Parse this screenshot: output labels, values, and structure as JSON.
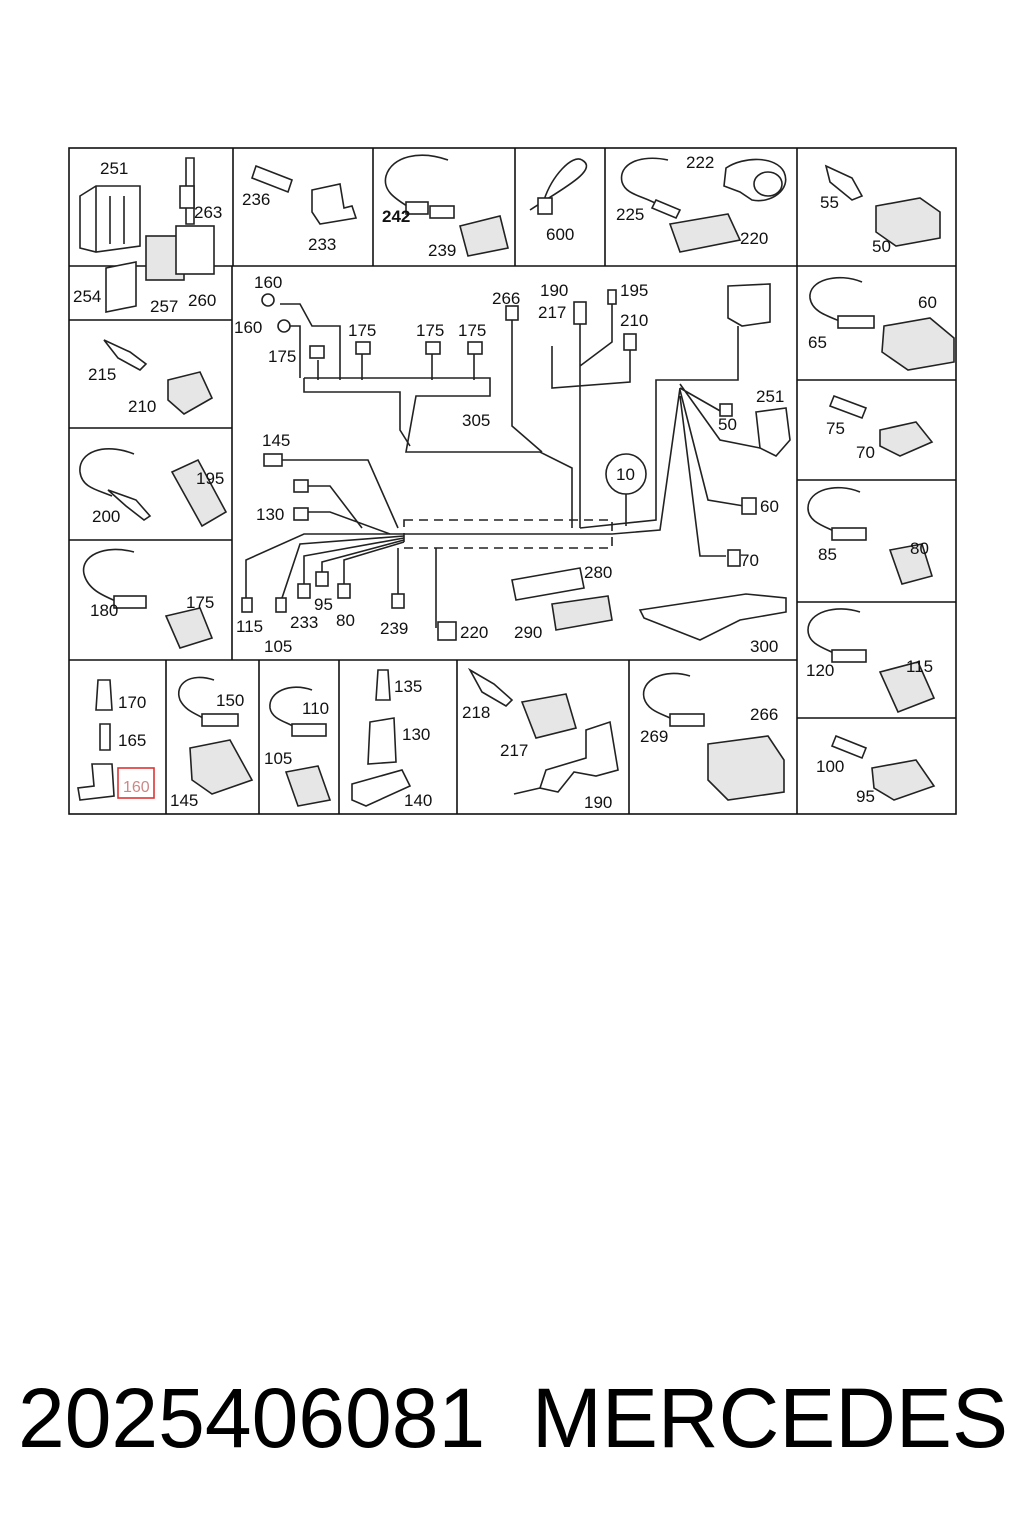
{
  "callouts": {
    "c251a": "251",
    "c263": "263",
    "c254": "254",
    "c257": "257",
    "c260": "260",
    "c236": "236",
    "c233a": "233",
    "c242": "242",
    "c239a": "239",
    "c600": "600",
    "c222": "222",
    "c225": "225",
    "c220a": "220",
    "c55": "55",
    "c50a": "50",
    "c215": "215",
    "c210a": "210",
    "c200": "200",
    "c195a": "195",
    "c180": "180",
    "c175a": "175",
    "c170": "170",
    "c165": "165",
    "c160a": "160",
    "c150": "150",
    "c145a": "145",
    "c110": "110",
    "c105a": "105",
    "c135": "135",
    "c130a": "130",
    "c140": "140",
    "c218": "218",
    "c217a": "217",
    "c190a": "190",
    "c269": "269",
    "c266a": "266",
    "c60a": "60",
    "c65": "65",
    "c75": "75",
    "c70a": "70",
    "c85": "85",
    "c80a": "80",
    "c120": "120",
    "c115a": "115",
    "c100": "100",
    "c95a": "95",
    "m160a": "160",
    "m160b": "160",
    "m175a": "175",
    "m175b": "175",
    "m175c": "175",
    "m175d": "175",
    "m305": "305",
    "m266": "266",
    "m190": "190",
    "m217": "217",
    "m195": "195",
    "m210": "210",
    "m251": "251",
    "m50": "50",
    "m10": "10",
    "m60": "60",
    "m70": "70",
    "m145": "145",
    "m130": "130",
    "m115": "115",
    "m105": "105",
    "m233": "233",
    "m95": "95",
    "m80": "80",
    "m239": "239",
    "m220": "220",
    "m280": "280",
    "m290": "290",
    "m300": "300"
  },
  "caption": {
    "part_number": "2025406081",
    "brand": "MERCEDES"
  }
}
